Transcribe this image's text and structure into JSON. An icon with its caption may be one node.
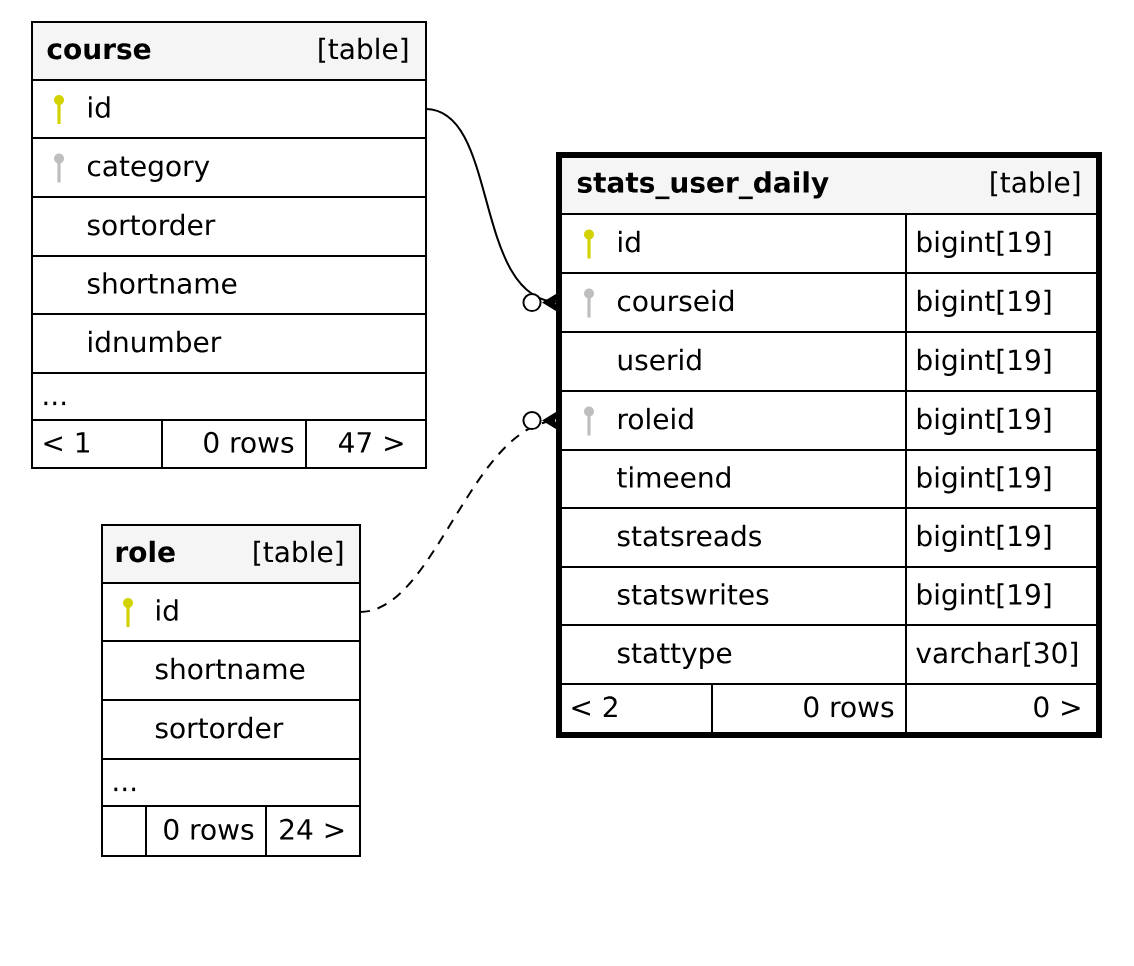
{
  "diagram": {
    "nodes": [
      {
        "text": [
          "course",
          "[table]"
        ]
      },
      {
        "text": [
          "id"
        ],
        "in": 0
      },
      {
        "text": [
          "category"
        ],
        "in": 0
      },
      {
        "text": [
          "sortorder"
        ],
        "in": 0
      },
      {
        "text": [
          "shortname"
        ],
        "in": 0
      },
      {
        "text": [
          "idnumber"
        ],
        "in": 0
      },
      {
        "text": [
          "..."
        ],
        "in": 0
      },
      {
        "text": [
          "< 1",
          "0 rows",
          "47 >"
        ],
        "in": 0
      },
      {
        "text": [
          "stats_user_daily",
          "[table]"
        ]
      },
      {
        "text": [
          "id",
          "bigint[19]"
        ],
        "in": 8
      },
      {
        "text": [
          "courseid",
          "bigint[19]"
        ],
        "in": 8
      },
      {
        "text": [
          "userid",
          "bigint[19]"
        ],
        "in": 8
      },
      {
        "text": [
          "roleid",
          "bigint[19]"
        ],
        "in": 8
      },
      {
        "text": [
          "timeend",
          "bigint[19]"
        ],
        "in": 8
      },
      {
        "text": [
          "statsreads",
          "bigint[19]"
        ],
        "in": 8
      },
      {
        "text": [
          "statswrites",
          "bigint[19]"
        ],
        "in": 8
      },
      {
        "text": [
          "stattype",
          "varchar[30]"
        ],
        "in": 8
      },
      {
        "text": [
          "< 2",
          "0 rows",
          "0 >"
        ],
        "in": 8
      },
      {
        "text": [
          "role",
          "[table]"
        ]
      },
      {
        "text": [
          "id"
        ],
        "in": 18
      },
      {
        "text": [
          "shortname"
        ],
        "in": 18
      },
      {
        "text": [
          "sortorder"
        ],
        "in": 18
      },
      {
        "text": [
          "..."
        ],
        "in": 18
      },
      {
        "text": [
          "0 rows",
          "24 >"
        ],
        "in": 18
      }
    ],
    "edges": [
      {
        "from": 1,
        "to": 10,
        "arrow": "other"
      },
      {
        "from": 19,
        "to": 12,
        "arrow": "other",
        "style": "dashed"
      }
    ]
  }
}
